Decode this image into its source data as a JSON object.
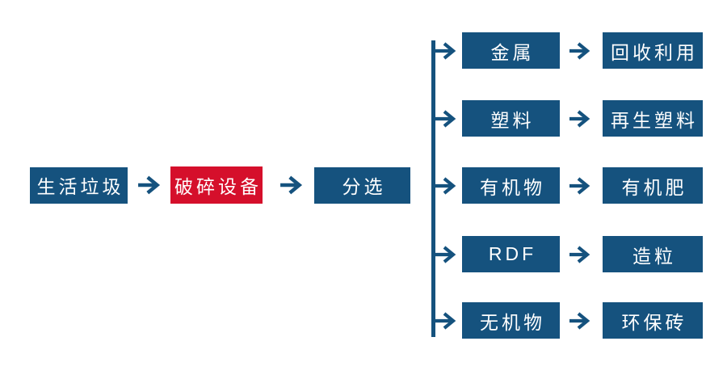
{
  "colors": {
    "node_blue": "#15527e",
    "node_red": "#d50f2b",
    "arrow_blue": "#15527e",
    "text_white": "#ffffff"
  },
  "main_flow": {
    "nodes": [
      {
        "label": "生活垃圾"
      },
      {
        "label": "破碎设备"
      },
      {
        "label": "分选"
      }
    ]
  },
  "branches": [
    {
      "material": "金属",
      "output": "回收利用"
    },
    {
      "material": "塑料",
      "output": "再生塑料"
    },
    {
      "material": "有机物",
      "output": "有机肥"
    },
    {
      "material": "RDF",
      "output": "造粒"
    },
    {
      "material": "无机物",
      "output": "环保砖"
    }
  ]
}
